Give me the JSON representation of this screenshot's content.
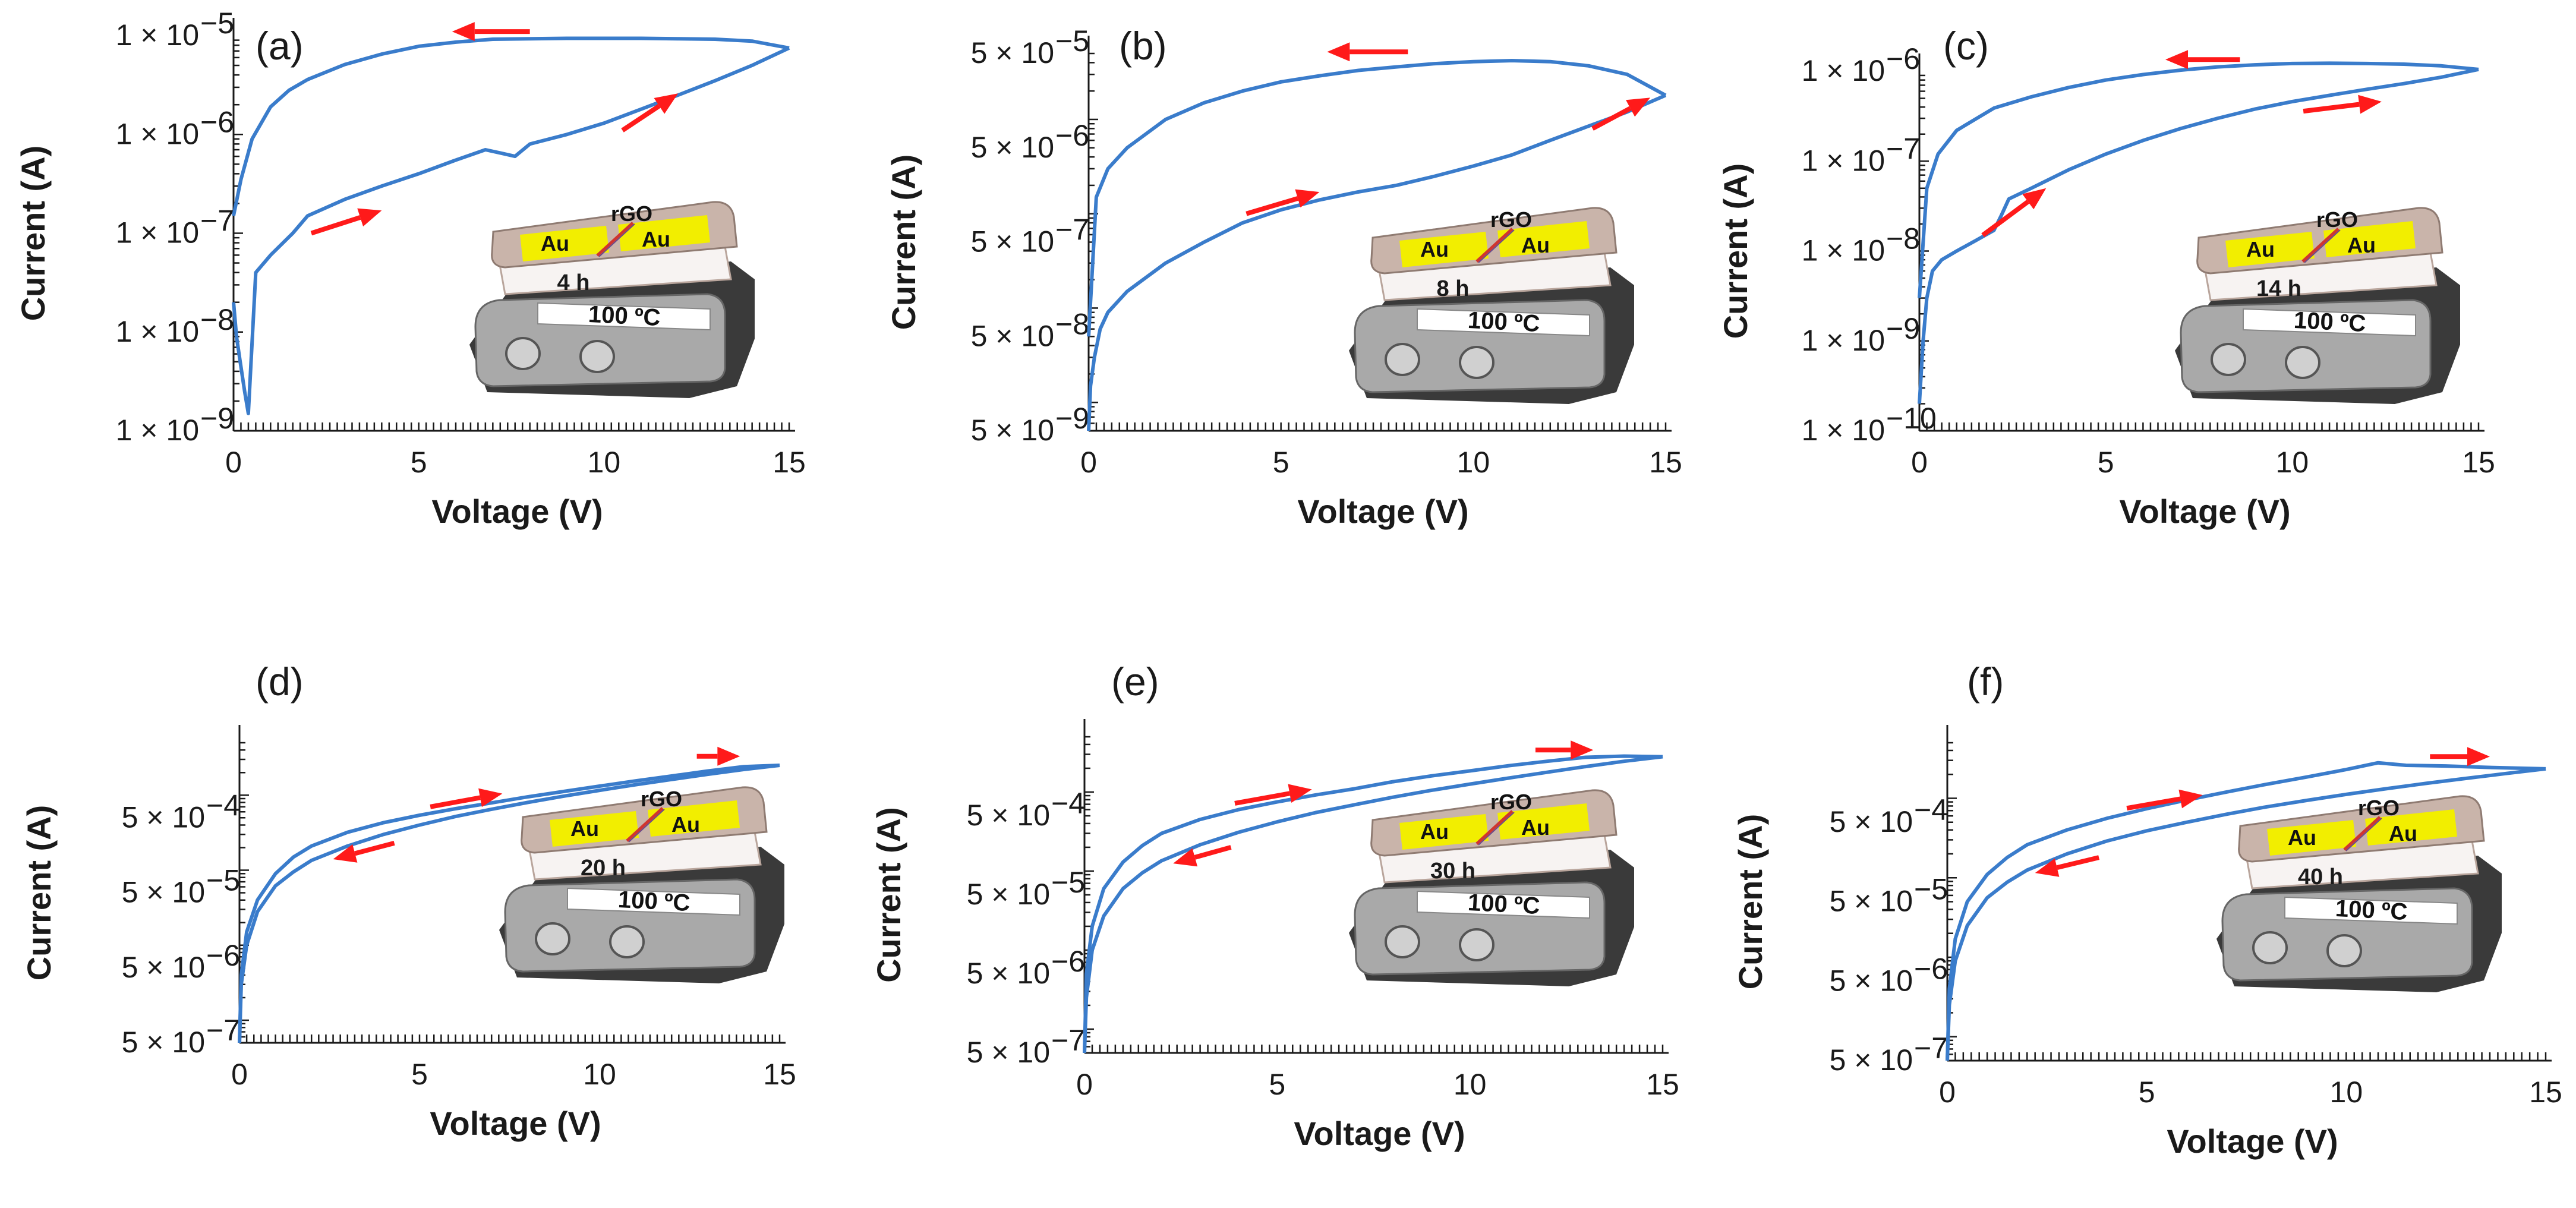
{
  "figure": {
    "colors": {
      "curve": "#3a7ccb",
      "arrow": "#ff1a1a",
      "axis": "#1a1a1a",
      "au_pad": "#f2ee00",
      "plate_top": "#c9b4aa",
      "base": "#3a3a3a"
    },
    "x_tick_labels": [
      "0",
      "5",
      "10",
      "15"
    ]
  },
  "chart_data": [
    {
      "type": "line",
      "panel": "(a)",
      "xlabel": "Voltage (V)",
      "ylabel": "Current (A)",
      "xlim": [
        0,
        15
      ],
      "ylim": [
        1e-09,
        1e-05
      ],
      "yscale": "log",
      "y_ticks": [
        "1 × 10",
        "1 × 10",
        "1 × 10",
        "1 × 10",
        "1 × 10"
      ],
      "y_ticks_exp": [
        "−9",
        "−8",
        "−7",
        "−6",
        "−5"
      ],
      "y_tick_values": [
        1e-09,
        1e-08,
        1e-07,
        1e-06,
        1e-05
      ],
      "inset": {
        "time": "4 h",
        "temp": "100 ºC",
        "pad_left": "Au",
        "pad_right": "Au",
        "material": "rGO"
      },
      "forward": {
        "x": [
          0,
          0.08,
          0.18,
          0.3,
          0.4,
          0.6,
          1,
          1.6,
          2,
          3,
          4,
          5,
          6,
          6.8,
          7.2,
          7.6,
          8,
          9,
          10,
          11,
          12,
          13,
          14,
          15
        ],
        "y": [
          2e-08,
          9e-09,
          5e-09,
          2.5e-09,
          1.5e-09,
          4e-08,
          6e-08,
          1e-07,
          1.5e-07,
          2.2e-07,
          3e-07,
          4e-07,
          5.5e-07,
          7e-07,
          6.5e-07,
          6e-07,
          8e-07,
          1e-06,
          1.3e-06,
          1.8e-06,
          2.5e-06,
          3.5e-06,
          5e-06,
          7.5e-06
        ]
      },
      "reverse": {
        "x": [
          15,
          14,
          13,
          12,
          11,
          10,
          9,
          8,
          7,
          6,
          5,
          4,
          3,
          2,
          1.5,
          1,
          0.5,
          0.2,
          0
        ],
        "y": [
          7.5e-06,
          8.8e-06,
          9.2e-06,
          9.3e-06,
          9.4e-06,
          9.4e-06,
          9.4e-06,
          9.3e-06,
          9.2e-06,
          8.6e-06,
          7.8e-06,
          6.5e-06,
          5.1e-06,
          3.6e-06,
          2.8e-06,
          1.9e-06,
          9e-07,
          3.5e-07,
          1.5e-07
        ]
      },
      "arrows": [
        {
          "x1": 8,
          "y1": 1.1e-05,
          "x2": 5.9,
          "y2": 1.1e-05
        },
        {
          "x1": 10.5,
          "y1": 1.1e-06,
          "x2": 12,
          "y2": 2.6e-06
        },
        {
          "x1": 2.1,
          "y1": 1e-07,
          "x2": 4,
          "y2": 1.7e-07
        }
      ]
    },
    {
      "type": "line",
      "panel": "(b)",
      "xlabel": "Voltage (V)",
      "ylabel": "Current (A)",
      "xlim": [
        0,
        15
      ],
      "ylim": [
        5e-09,
        5e-05
      ],
      "yscale": "log",
      "y_ticks": [
        "5 × 10",
        "5 × 10",
        "5 × 10",
        "5 × 10",
        "5 × 10"
      ],
      "y_ticks_exp": [
        "−9",
        "−8",
        "−7",
        "−6",
        "−5"
      ],
      "y_tick_values": [
        5e-09,
        5e-08,
        5e-07,
        5e-06,
        5e-05
      ],
      "inset": {
        "time": "8 h",
        "temp": "100 ºC",
        "pad_left": "Au",
        "pad_right": "Au",
        "material": "rGO"
      },
      "forward": {
        "x": [
          0,
          0.05,
          0.15,
          0.3,
          0.5,
          1,
          2,
          3,
          4,
          5,
          6,
          7,
          8,
          9,
          10,
          11,
          12,
          13,
          14,
          15
        ],
        "y": [
          5e-09,
          1.5e-08,
          3e-08,
          6e-08,
          9e-08,
          1.5e-07,
          3e-07,
          5e-07,
          8e-07,
          1.1e-06,
          1.4e-06,
          1.7e-06,
          2e-06,
          2.5e-06,
          3.2e-06,
          4.2e-06,
          6e-06,
          8.5e-06,
          1.2e-05,
          1.8e-05
        ]
      },
      "reverse": {
        "x": [
          15,
          14,
          13,
          12,
          11,
          10,
          9,
          8,
          7,
          6,
          5,
          4,
          3,
          2,
          1,
          0.5,
          0.2,
          0
        ],
        "y": [
          1.8e-05,
          3e-05,
          3.7e-05,
          4.1e-05,
          4.2e-05,
          4.1e-05,
          3.9e-05,
          3.6e-05,
          3.3e-05,
          2.9e-05,
          2.5e-05,
          2e-05,
          1.5e-05,
          1e-05,
          5e-06,
          3e-06,
          1.5e-06,
          5e-08
        ]
      },
      "arrows": [
        {
          "x1": 8.3,
          "y1": 5.2e-05,
          "x2": 6.2,
          "y2": 5.2e-05
        },
        {
          "x1": 13.1,
          "y1": 8e-06,
          "x2": 14.6,
          "y2": 1.7e-05
        },
        {
          "x1": 4.1,
          "y1": 1e-06,
          "x2": 6.0,
          "y2": 1.7e-06
        }
      ]
    },
    {
      "type": "line",
      "panel": "(c)",
      "xlabel": "Voltage (V)",
      "ylabel": "Current (A)",
      "xlim": [
        0,
        15
      ],
      "ylim": [
        1e-10,
        1e-06
      ],
      "yscale": "log",
      "y_ticks": [
        "1 × 10",
        "1 × 10",
        "1 × 10",
        "1 × 10",
        "1 × 10"
      ],
      "y_ticks_exp": [
        "−10",
        "−9",
        "−8",
        "−7",
        "−6"
      ],
      "y_tick_values": [
        1e-10,
        1e-09,
        1e-08,
        1e-07,
        1e-06
      ],
      "inset": {
        "time": "14 h",
        "temp": "100 ºC",
        "pad_left": "Au",
        "pad_right": "Au",
        "material": "rGO"
      },
      "forward": {
        "x": [
          0,
          0.1,
          0.2,
          0.35,
          0.6,
          1,
          1.5,
          2,
          2.2,
          2.4,
          3,
          4,
          5,
          6,
          7,
          8,
          9,
          10,
          11,
          12,
          13,
          14,
          15
        ],
        "y": [
          2e-10,
          1e-09,
          3e-09,
          6e-09,
          8e-09,
          1e-08,
          1.3e-08,
          1.7e-08,
          2.5e-08,
          3.8e-08,
          5e-08,
          8e-08,
          1.2e-07,
          1.7e-07,
          2.3e-07,
          3e-07,
          3.8e-07,
          4.6e-07,
          5.4e-07,
          6.3e-07,
          7.3e-07,
          8.6e-07,
          1.05e-06
        ]
      },
      "reverse": {
        "x": [
          15,
          14,
          13,
          12,
          11,
          10,
          9,
          8,
          7,
          6,
          5,
          4,
          3,
          2,
          1,
          0.5,
          0.2,
          0
        ],
        "y": [
          1.05e-06,
          1.15e-06,
          1.2e-06,
          1.22e-06,
          1.23e-06,
          1.22e-06,
          1.18e-06,
          1.12e-06,
          1.03e-06,
          9.2e-07,
          8e-07,
          6.6e-07,
          5.2e-07,
          3.9e-07,
          2.2e-07,
          1.2e-07,
          5e-08,
          3e-09
        ]
      },
      "arrows": [
        {
          "x1": 8.6,
          "y1": 1.35e-06,
          "x2": 6.6,
          "y2": 1.35e-06
        },
        {
          "x1": 10.3,
          "y1": 3.6e-07,
          "x2": 12.4,
          "y2": 4.6e-07
        },
        {
          "x1": 1.7,
          "y1": 1.5e-08,
          "x2": 3.4,
          "y2": 5e-08
        }
      ]
    },
    {
      "type": "line",
      "panel": "(d)",
      "xlabel": "Voltage (V)",
      "ylabel": "Current (A)",
      "xlim": [
        0,
        15
      ],
      "ylim": [
        5e-07,
        0.005
      ],
      "yscale": "log",
      "y_ticks": [
        "5 × 10",
        "5 × 10",
        "5 × 10",
        "5 × 10"
      ],
      "y_ticks_exp": [
        "−7",
        "−6",
        "−5",
        "−4"
      ],
      "y_tick_values": [
        5e-07,
        5e-06,
        5e-05,
        0.0005
      ],
      "inset": {
        "time": "20 h",
        "temp": "100 ºC",
        "pad_left": "Au",
        "pad_right": "Au",
        "material": "rGO"
      },
      "forward": {
        "x": [
          0,
          0.05,
          0.2,
          0.5,
          1,
          1.5,
          2,
          3,
          4,
          5,
          6,
          7,
          8,
          9,
          10,
          11,
          12,
          13,
          14,
          15
        ],
        "y": [
          5e-07,
          4e-06,
          1.5e-05,
          4e-05,
          9e-05,
          0.00015,
          0.00021,
          0.00032,
          0.00043,
          0.00054,
          0.00066,
          0.00079,
          0.00095,
          0.00112,
          0.00132,
          0.00155,
          0.0018,
          0.0021,
          0.0024,
          0.0025
        ]
      },
      "reverse": {
        "x": [
          15,
          14,
          13,
          12,
          11,
          10,
          9,
          8,
          7,
          6,
          5,
          4,
          3,
          2,
          1.5,
          1,
          0.5,
          0.2,
          0.05,
          0
        ],
        "y": [
          0.0025,
          0.0022,
          0.0019,
          0.00162,
          0.00138,
          0.00116,
          0.00097,
          0.0008,
          0.00065,
          0.00052,
          0.0004,
          0.0003,
          0.00021,
          0.000135,
          9.5e-05,
          6.2e-05,
          2.8e-05,
          1e-05,
          3e-06,
          5e-07
        ]
      },
      "arrows": [
        {
          "x1": 5.3,
          "y1": 0.0007,
          "x2": 7.3,
          "y2": 0.00105
        },
        {
          "x1": 12.7,
          "y1": 0.0033,
          "x2": 13.9,
          "y2": 0.0033
        },
        {
          "x1": 4.3,
          "y1": 0.00023,
          "x2": 2.6,
          "y2": 0.00014
        }
      ]
    },
    {
      "type": "line",
      "panel": "(e)",
      "xlabel": "Voltage (V)",
      "ylabel": "Current (A)",
      "xlim": [
        0,
        15
      ],
      "ylim": [
        5e-07,
        0.005
      ],
      "yscale": "log",
      "y_ticks": [
        "5 × 10",
        "5 × 10",
        "5 × 10",
        "5 × 10"
      ],
      "y_ticks_exp": [
        "−7",
        "−6",
        "−5",
        "−4"
      ],
      "y_tick_values": [
        5e-07,
        5e-06,
        5e-05,
        0.0005
      ],
      "inset": {
        "time": "30 h",
        "temp": "100 ºC",
        "pad_left": "Au",
        "pad_right": "Au",
        "material": "rGO"
      },
      "forward": {
        "x": [
          0,
          0.05,
          0.2,
          0.5,
          1,
          1.5,
          2,
          3,
          4,
          5,
          6,
          7,
          8,
          9,
          10,
          11,
          12,
          13,
          14,
          15
        ],
        "y": [
          5e-07,
          5e-06,
          2e-05,
          6e-05,
          0.00013,
          0.00021,
          0.0003,
          0.00045,
          0.0006,
          0.00075,
          0.00092,
          0.0011,
          0.00135,
          0.0016,
          0.00185,
          0.00215,
          0.00245,
          0.00275,
          0.00285,
          0.0028
        ]
      },
      "reverse": {
        "x": [
          15,
          14,
          13,
          12,
          11,
          10,
          9,
          8,
          7,
          6,
          5,
          4,
          3,
          2,
          1.5,
          1,
          0.5,
          0.2,
          0.05,
          0
        ],
        "y": [
          0.0028,
          0.00245,
          0.0021,
          0.00178,
          0.0015,
          0.00126,
          0.00105,
          0.00086,
          0.00069,
          0.00055,
          0.00042,
          0.00031,
          0.000215,
          0.000135,
          9.5e-05,
          6e-05,
          2.7e-05,
          1e-05,
          2.5e-06,
          5e-07
        ]
      },
      "arrows": [
        {
          "x1": 3.9,
          "y1": 0.00072,
          "x2": 5.9,
          "y2": 0.00108
        },
        {
          "x1": 11.7,
          "y1": 0.0034,
          "x2": 13.2,
          "y2": 0.0034
        },
        {
          "x1": 3.8,
          "y1": 0.0002,
          "x2": 2.3,
          "y2": 0.000125
        }
      ]
    },
    {
      "type": "line",
      "panel": "(f)",
      "xlabel": "Voltage (V)",
      "ylabel": "Current (A)",
      "xlim": [
        0,
        15
      ],
      "ylim": [
        5e-07,
        0.005
      ],
      "yscale": "log",
      "y_ticks": [
        "5 × 10",
        "5 × 10",
        "5 × 10",
        "5 × 10"
      ],
      "y_ticks_exp": [
        "−7",
        "−6",
        "−5",
        "−4"
      ],
      "y_tick_values": [
        5e-07,
        5e-06,
        5e-05,
        0.0005
      ],
      "inset": {
        "time": "40 h",
        "temp": "100 ºC",
        "pad_left": "Au",
        "pad_right": "Au",
        "material": "rGO"
      },
      "forward": {
        "x": [
          0,
          0.05,
          0.2,
          0.5,
          1,
          1.5,
          2,
          3,
          4,
          5,
          6,
          7,
          8,
          9,
          10,
          10.8,
          11.5,
          12.5,
          13.5,
          15
        ],
        "y": [
          5e-07,
          4e-06,
          1.7e-05,
          5e-05,
          0.00011,
          0.00018,
          0.00026,
          0.0004,
          0.00056,
          0.00074,
          0.00095,
          0.0012,
          0.0015,
          0.00185,
          0.0023,
          0.0028,
          0.0026,
          0.00255,
          0.00245,
          0.00235
        ]
      },
      "reverse": {
        "x": [
          15,
          14,
          13,
          12,
          11,
          10,
          9,
          8,
          7,
          6,
          5,
          4,
          3,
          2,
          1.5,
          1,
          0.5,
          0.2,
          0.05,
          0
        ],
        "y": [
          0.00235,
          0.00205,
          0.00178,
          0.00154,
          0.00132,
          0.00112,
          0.00094,
          0.00078,
          0.00063,
          0.0005,
          0.00039,
          0.00029,
          0.0002,
          0.000125,
          8.8e-05,
          5.6e-05,
          2.5e-05,
          9e-06,
          2.5e-06,
          5e-07
        ]
      },
      "arrows": [
        {
          "x1": 4.5,
          "y1": 0.00075,
          "x2": 6.4,
          "y2": 0.0011
        },
        {
          "x1": 12.1,
          "y1": 0.00335,
          "x2": 13.6,
          "y2": 0.00335
        },
        {
          "x1": 3.8,
          "y1": 0.00018,
          "x2": 2.2,
          "y2": 0.000115
        }
      ]
    }
  ]
}
